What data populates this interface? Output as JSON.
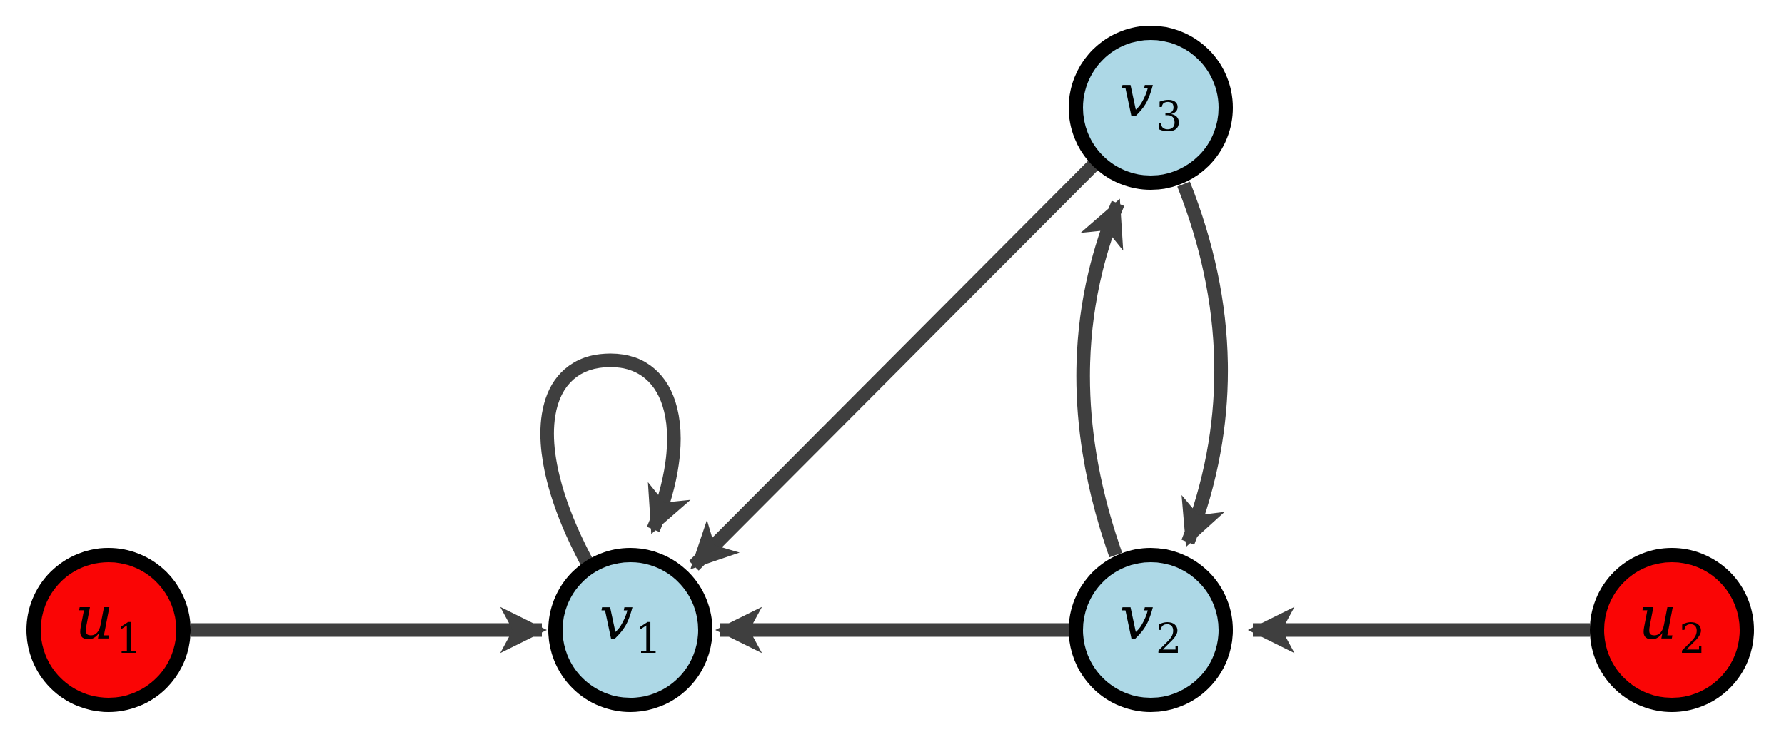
{
  "diagram_type": "directed-graph",
  "colors": {
    "background": "#ffffff",
    "edge_color": "#3f3f3f",
    "node_border": "#000000",
    "source_node_fill": "#fa0505",
    "standard_node_fill": "#add8e6",
    "label_color": "#000000"
  },
  "nodes": [
    {
      "id": "u1",
      "label_main": "u",
      "label_sub": "1",
      "type": "source"
    },
    {
      "id": "u2",
      "label_main": "u",
      "label_sub": "2",
      "type": "source"
    },
    {
      "id": "v1",
      "label_main": "v",
      "label_sub": "1",
      "type": "standard"
    },
    {
      "id": "v2",
      "label_main": "v",
      "label_sub": "2",
      "type": "standard"
    },
    {
      "id": "v3",
      "label_main": "v",
      "label_sub": "3",
      "type": "standard"
    }
  ],
  "edges": [
    {
      "from": "u1",
      "to": "v1",
      "shape": "straight"
    },
    {
      "from": "u2",
      "to": "v2",
      "shape": "straight"
    },
    {
      "from": "v2",
      "to": "v1",
      "shape": "straight"
    },
    {
      "from": "v3",
      "to": "v1",
      "shape": "straight"
    },
    {
      "from": "v2",
      "to": "v3",
      "shape": "curved"
    },
    {
      "from": "v3",
      "to": "v2",
      "shape": "curved"
    },
    {
      "from": "v1",
      "to": "v1",
      "shape": "self_loop"
    }
  ]
}
